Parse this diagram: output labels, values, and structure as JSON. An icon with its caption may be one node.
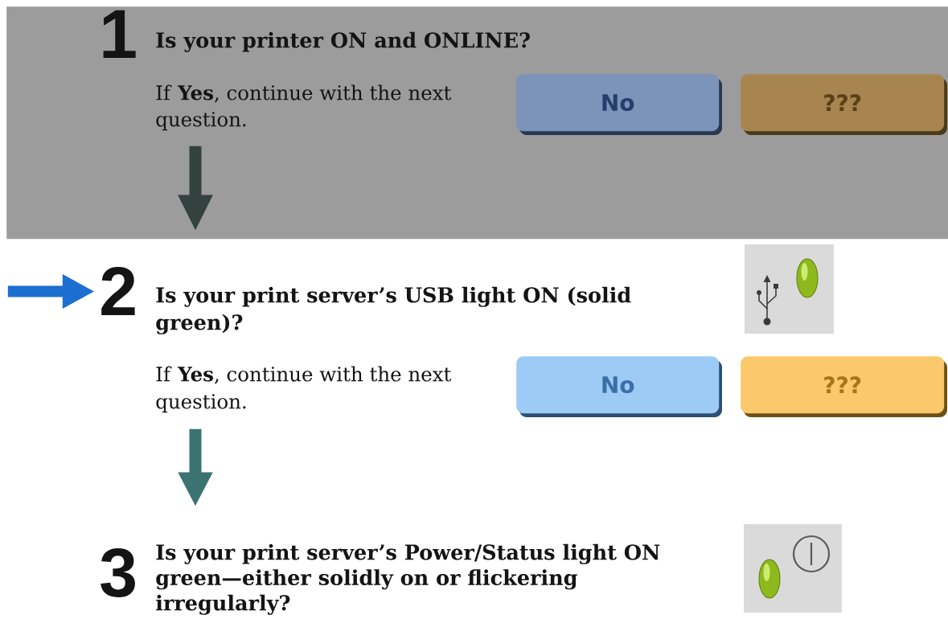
{
  "diagram": {
    "nodes": [
      {
        "text": [],
        "shape": "box"
      },
      {
        "text": [
          "1",
          "Is your printer ON and ONLINE?",
          "If **Yes**, continue with the next question."
        ],
        "in": 0
      },
      {
        "text": [
          "No"
        ],
        "in": 0
      },
      {
        "text": [
          "???"
        ],
        "in": 0
      },
      {
        "text": [
          "2",
          "Is your print server’s USB light ON (solid green)?",
          "If **Yes**, continue with the next question."
        ]
      },
      {
        "text": [
          "No"
        ]
      },
      {
        "text": [
          "???"
        ]
      },
      {
        "text": [
          "3",
          "Is your print server’s Power/Status light ON green—either solidly on or flickering irregularly?"
        ]
      }
    ],
    "edges": [
      {
        "from": 1,
        "to": 4,
        "arrow": "to",
        "color": "#33423f"
      },
      {
        "from": 4,
        "to": 7,
        "arrow": "to",
        "color": "#3b7372"
      },
      {
        "from": null,
        "to": 4,
        "arrow": "to",
        "color": "#1b6fd1"
      }
    ]
  }
}
